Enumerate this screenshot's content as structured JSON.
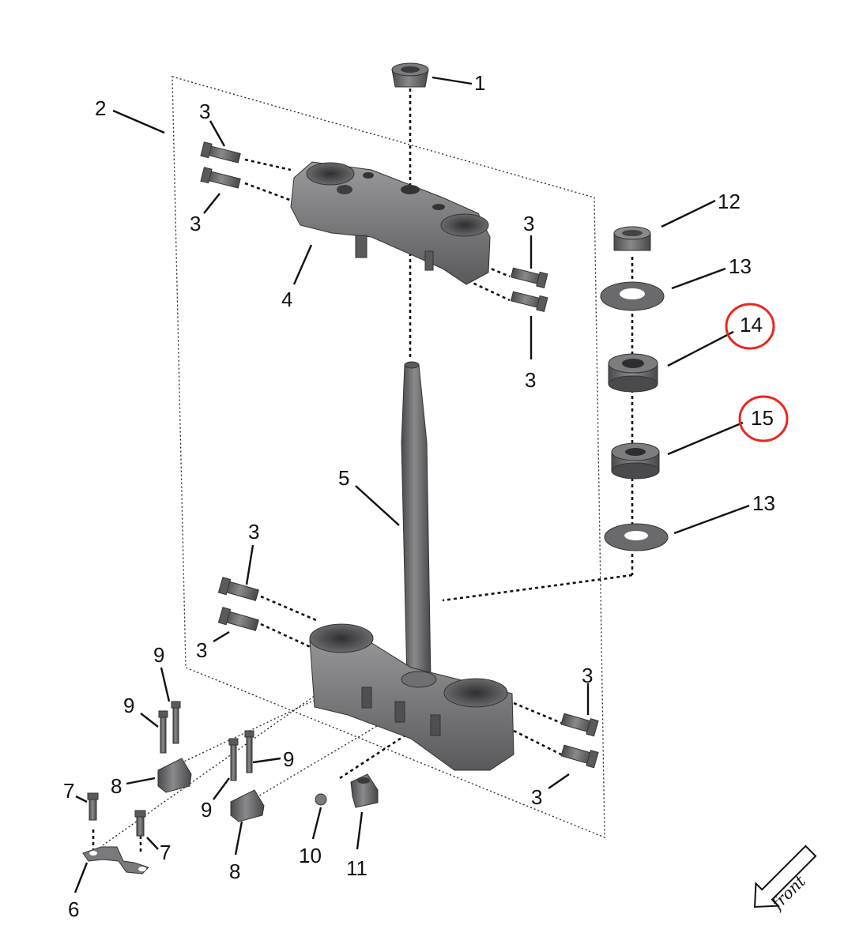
{
  "callouts": {
    "c1": "1",
    "c2": "2",
    "c3a": "3",
    "c3b": "3",
    "c3c": "3",
    "c3d": "3",
    "c3e": "3",
    "c3f": "3",
    "c3g": "3",
    "c3h": "3",
    "c4": "4",
    "c5": "5",
    "c6": "6",
    "c7a": "7",
    "c7b": "7",
    "c8a": "8",
    "c8b": "8",
    "c9a": "9",
    "c9b": "9",
    "c9c": "9",
    "c9d": "9",
    "c10": "10",
    "c11": "11",
    "c12": "12",
    "c13a": "13",
    "c13b": "13",
    "c14": "14",
    "c15": "15"
  },
  "front_label": "front",
  "highlight_color": "#e8271e",
  "part_color": "#6b6b6d",
  "part_highlight": "#9a9a9c",
  "part_shadow": "#3e3e40"
}
